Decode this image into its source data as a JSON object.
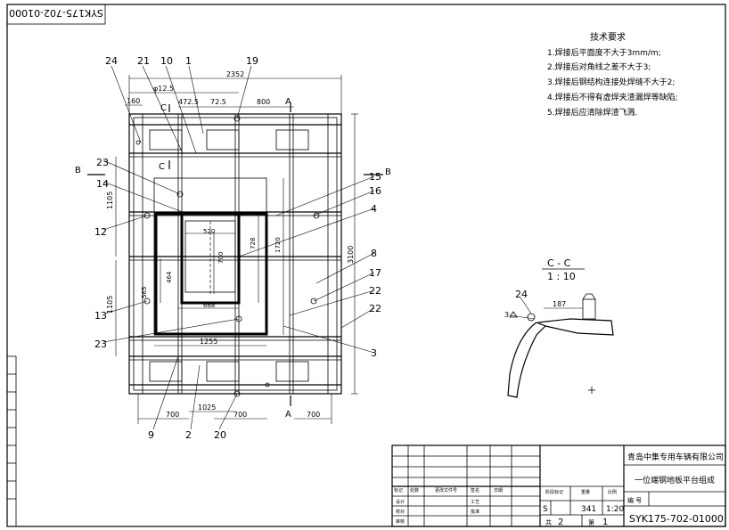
{
  "drawing_number_top": "SYK175-702-01000",
  "balloons": [
    "24",
    "21",
    "10",
    "1",
    "19",
    "23",
    "14",
    "12",
    "13",
    "23",
    "9",
    "2",
    "20",
    "15",
    "16",
    "4",
    "8",
    "17",
    "22",
    "22",
    "3"
  ],
  "dimensions": {
    "total_width": "2352",
    "d_412": "φ12.5",
    "d_4725": "472.5",
    "d_725": "72.5",
    "d_800": "800",
    "d_160": "160",
    "d_1105_top": "1105",
    "d_1105_bottom": "1105",
    "d_520": "520",
    "d_700_inner": "700",
    "d_728": "728",
    "d_1720": "1720",
    "d_3100": "3100",
    "d_464": "464",
    "d_668": "668",
    "d_565": "565",
    "d_1255": "1255",
    "d_700_l": "700",
    "d_1025": "1025",
    "d_700_m": "700",
    "d_700_r": "700"
  },
  "section_marks": {
    "a_top": "A",
    "a_bottom": "A",
    "b_left": "B",
    "b_right": "B",
    "c_top": "C",
    "c_mid": "C"
  },
  "tech_requirements": {
    "title": "技术要求",
    "items": [
      "1.焊接后平面度不大于3mm/m;",
      "2.焊接后对角线之差不大于3;",
      "3.焊接后钢结构连接处焊缝不大于2;",
      "4.焊接后不得有虚焊夹渣漏焊等缺陷;",
      "5.焊接后应清除焊渣飞溅."
    ]
  },
  "section_view": {
    "title": "C - C",
    "scale": "1 : 10",
    "dim_187": "187",
    "balloon": "24",
    "weld": "3"
  },
  "title_block": {
    "company": "青岛中集专用车辆有限公司",
    "part_name": "一位端钢地板平台组成",
    "code_label": "编 号",
    "drawing_number": "SYK175-702-01000",
    "stage": "S",
    "weight": "341",
    "scale": "1:20",
    "sheets_total_label": "共",
    "sheets_total": "2",
    "sheet_label": "第",
    "sheet_no": "1",
    "header_cols": [
      "标记",
      "处数",
      "更改文件号",
      "签名",
      "日期"
    ],
    "rows": [
      "设计",
      "校对",
      "审核",
      "工艺",
      "批准"
    ],
    "col_labels": [
      "阶段标记",
      "重量",
      "比例"
    ]
  }
}
